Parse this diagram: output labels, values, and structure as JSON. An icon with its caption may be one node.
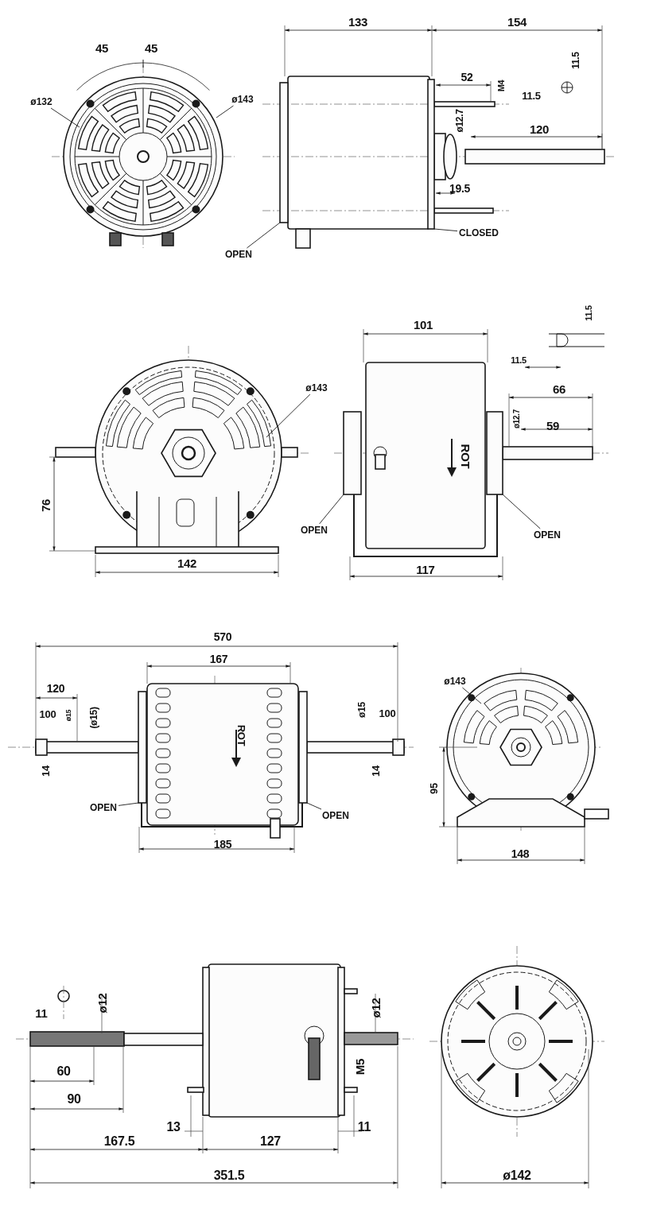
{
  "diagram": {
    "nodes": [
      {
        "text": [
          "ø132"
        ]
      },
      {
        "text": [
          "ø143"
        ]
      },
      {
        "text": [
          "OPEN"
        ]
      },
      {
        "text": [
          "CLOSED"
        ]
      },
      {
        "text": [
          "ø143"
        ]
      },
      {
        "text": [
          "OPEN"
        ]
      },
      {
        "text": [
          "OPEN"
        ]
      },
      {
        "text": [
          "OPEN"
        ]
      },
      {
        "text": [
          "OPEN"
        ]
      },
      {
        "text": [
          "ø143"
        ]
      },
      {
        "text": [],
        "shape": "box"
      },
      {
        "text": [],
        "shape": "box"
      },
      {
        "text": [],
        "shape": "box"
      },
      {
        "text": [],
        "shape": "box"
      },
      {
        "text": [],
        "shape": "box"
      },
      {
        "text": [],
        "shape": "box"
      }
    ],
    "edges": [
      {
        "from": 0,
        "to": null,
        "arrow": "none"
      },
      {
        "from": 1,
        "to": null,
        "arrow": "none"
      },
      {
        "from": 2,
        "to": 10,
        "arrow": "none"
      },
      {
        "from": 3,
        "to": 11,
        "arrow": "none"
      },
      {
        "from": 4,
        "to": null,
        "arrow": "none"
      },
      {
        "from": 5,
        "to": 12,
        "arrow": "none"
      },
      {
        "from": 6,
        "to": 13,
        "arrow": "none"
      },
      {
        "from": 7,
        "to": 14,
        "arrow": "none"
      },
      {
        "from": 8,
        "to": 15,
        "arrow": "none"
      },
      {
        "from": 9,
        "to": null,
        "arrow": "none"
      }
    ],
    "labels": [
      "45",
      "45",
      "133",
      "154",
      "52",
      "M4",
      "11.5",
      "11.5",
      "ø12.7",
      "120",
      "19.5",
      "101",
      "11.5",
      "11.5",
      "66",
      "ø12.7",
      "59",
      "ROT",
      "76",
      "142",
      "117",
      "570",
      "167",
      "120",
      "100",
      "ø15",
      "(ø15)",
      "ø15",
      "100",
      "ROT",
      "14",
      "14",
      "95",
      "185",
      "148",
      "11",
      "ø12",
      "ø12",
      "60",
      "M5",
      "90",
      "13",
      "11",
      "167.5",
      "127",
      "351.5",
      "ø142"
    ]
  }
}
